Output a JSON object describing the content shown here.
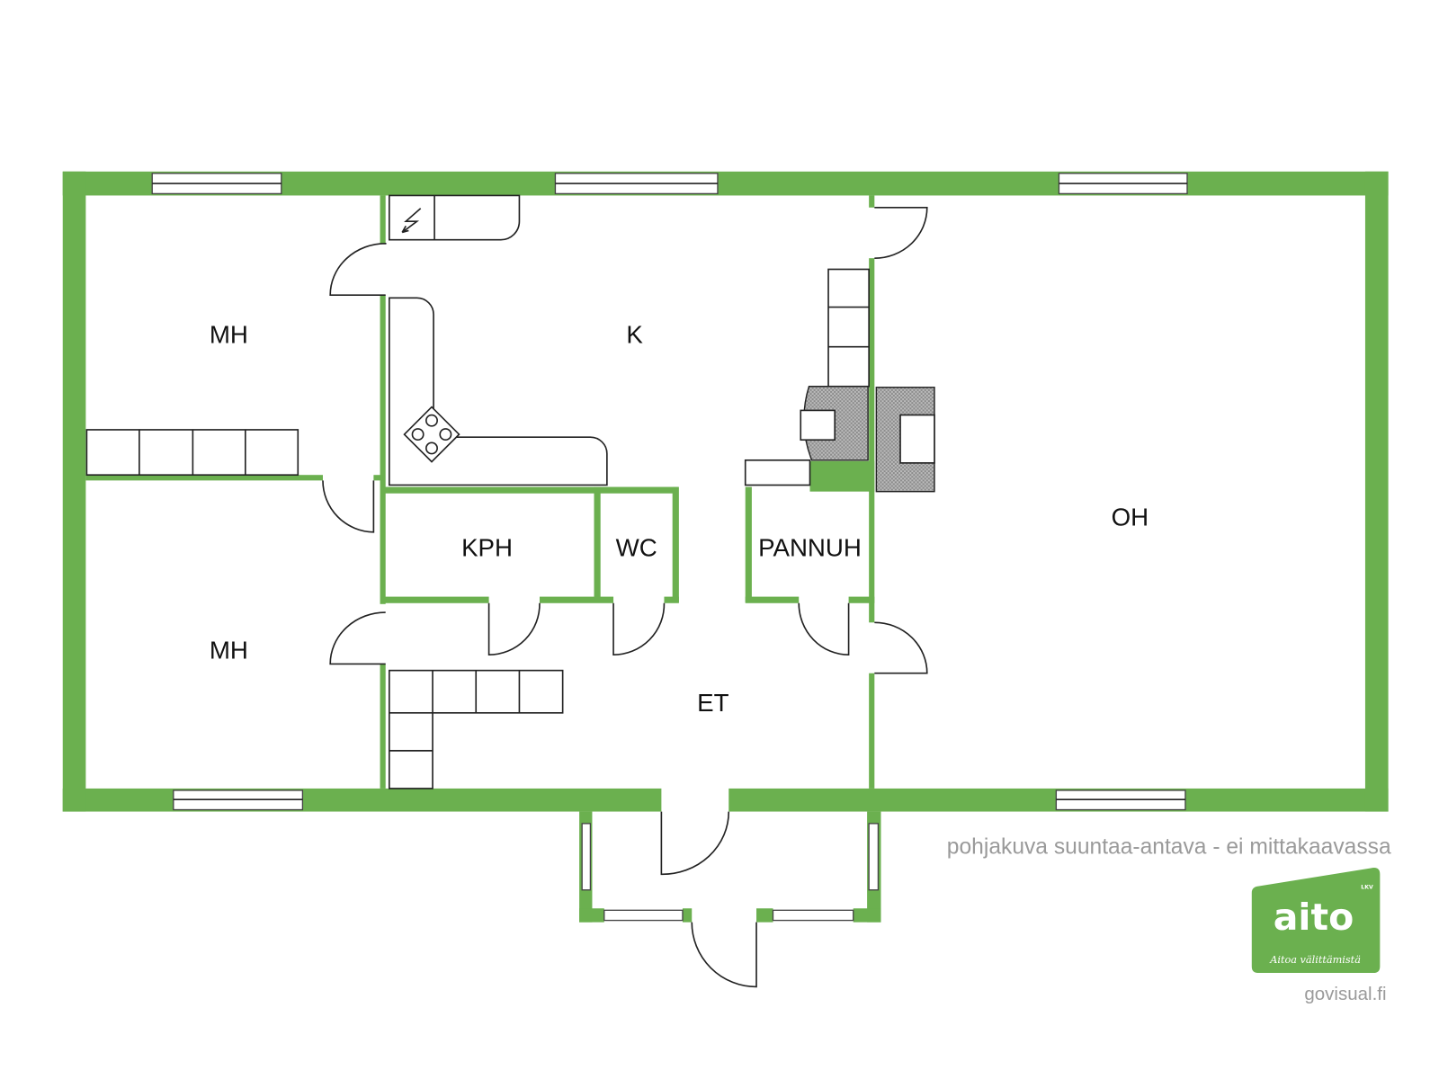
{
  "rooms": {
    "mh_top": "MH",
    "kitchen": "K",
    "mh_bottom": "MH",
    "bathroom": "KPH",
    "wc": "WC",
    "boiler_room": "PANNUH",
    "living_room": "OH",
    "hall": "ET"
  },
  "caption": "pohjakuva suuntaa-antava - ei mittakaavassa",
  "credit": "govisual.fi",
  "logo": {
    "text": "aito",
    "suffix": "LKV",
    "tagline": "Aitoa välittämistä"
  },
  "colors": {
    "wall": "#6bb04f",
    "logo": "#6bb04f",
    "caption": "#9a9a9a"
  }
}
